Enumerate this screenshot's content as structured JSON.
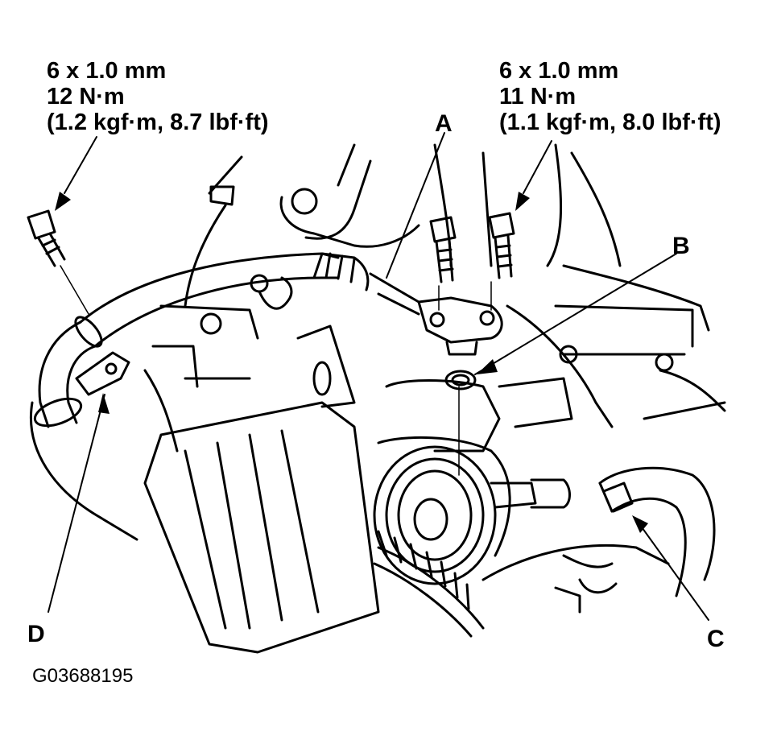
{
  "specs": {
    "left": {
      "size": "6 x 1.0 mm",
      "torque": "12 N·m",
      "torque_alt": "(1.2 kgf·m, 8.7 lbf·ft)"
    },
    "right": {
      "size": "6 x 1.0 mm",
      "torque": "11 N·m",
      "torque_alt": "(1.1 kgf·m, 8.0 lbf·ft)"
    }
  },
  "callouts": {
    "a": "A",
    "b": "B",
    "c": "C",
    "d": "D"
  },
  "figure_id": "G03688195"
}
